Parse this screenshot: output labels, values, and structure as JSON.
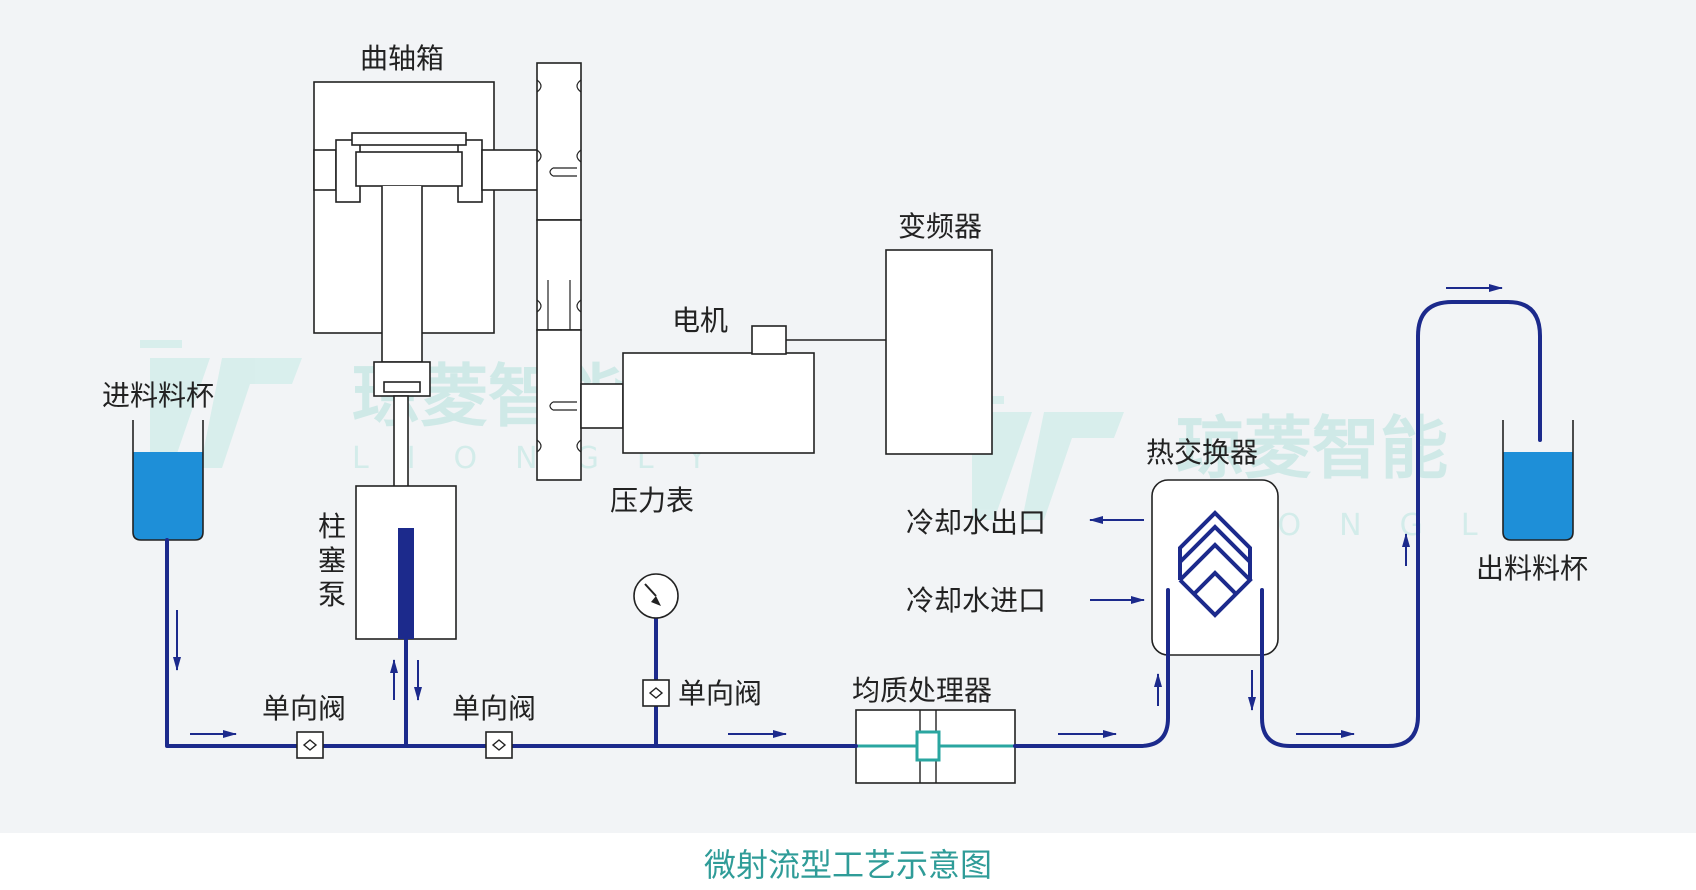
{
  "labels": {
    "crankcase": "曲轴箱",
    "inverter": "变频器",
    "motor": "电机",
    "pressure_gauge": "压力表",
    "feed_cup": "进料料杯",
    "plunger_pump": [
      "柱",
      "塞",
      "泵"
    ],
    "heat_exchanger": "热交换器",
    "cooling_out": "冷却水出口",
    "cooling_in": "冷却水进口",
    "discharge_cup": "出料料杯",
    "check_valve_1": "单向阀",
    "check_valve_2": "单向阀",
    "check_valve_3": "单向阀",
    "homogenizer": "均质处理器"
  },
  "watermark": {
    "brand_cn": "琼菱智能",
    "brand_en": "LIONGLY"
  },
  "caption": "微射流型工艺示意图",
  "colors": {
    "pipe": "#1c2a8c",
    "liquid": "#1e8fd8",
    "caption": "#2f9c98",
    "homogenizer_core": "#2aa6a0",
    "watermark": "#cfe9e7"
  }
}
